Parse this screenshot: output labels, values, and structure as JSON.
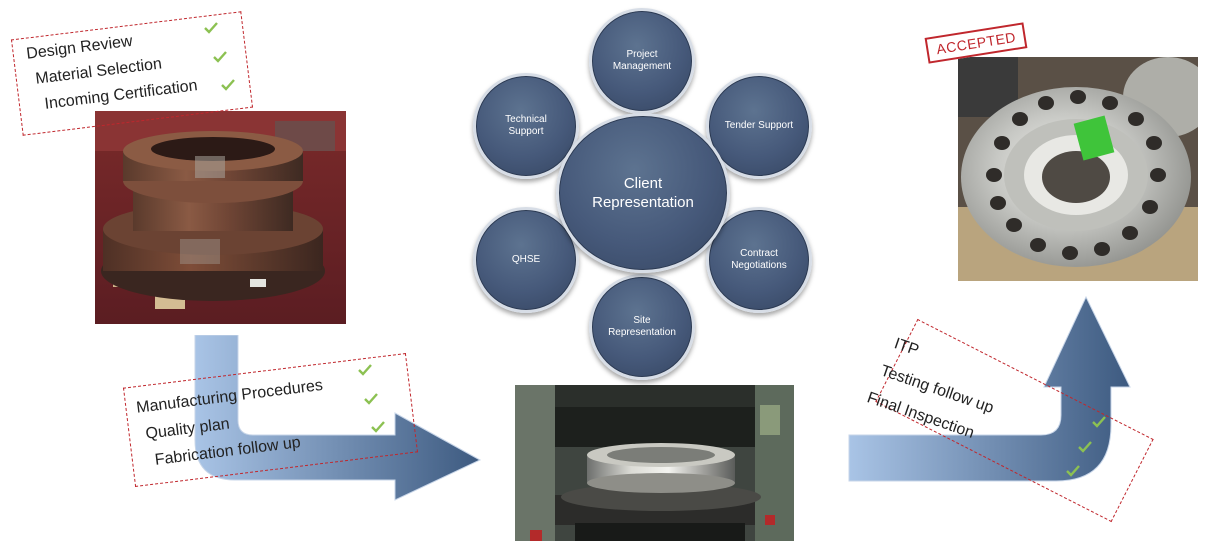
{
  "checklist_top_left": {
    "items": [
      "Design Review",
      "Material Selection",
      "Incoming Certification"
    ]
  },
  "checklist_bottom_left": {
    "items": [
      "Manufacturing Procedures",
      "Quality plan",
      "Fabrication follow up"
    ]
  },
  "checklist_right": {
    "items": [
      "ITP",
      "Testing follow up",
      "Final Inspection"
    ]
  },
  "diagram": {
    "center": [
      "Client",
      "Representation"
    ],
    "nodes": {
      "project_management": [
        "Project",
        "Management"
      ],
      "tender_support": [
        "Tender Support"
      ],
      "contract_negotiations": [
        "Contract",
        "Negotiations"
      ],
      "site_representation": [
        "Site",
        "Representation"
      ],
      "qhse": [
        "QHSE"
      ],
      "technical_support": [
        "Technical",
        "Support"
      ]
    }
  },
  "stamp": {
    "label": "ACCEPTED"
  },
  "colors": {
    "bubble": "#46597a",
    "bubble_border": "#d7dde6",
    "dashed_border": "#c0272d",
    "tick": "#8cc152",
    "arrow_light": "#a9c4e6",
    "arrow_dark": "#3d5a80"
  },
  "icons": [
    "check-icon",
    "bent-arrow-right",
    "bent-arrow-up"
  ]
}
